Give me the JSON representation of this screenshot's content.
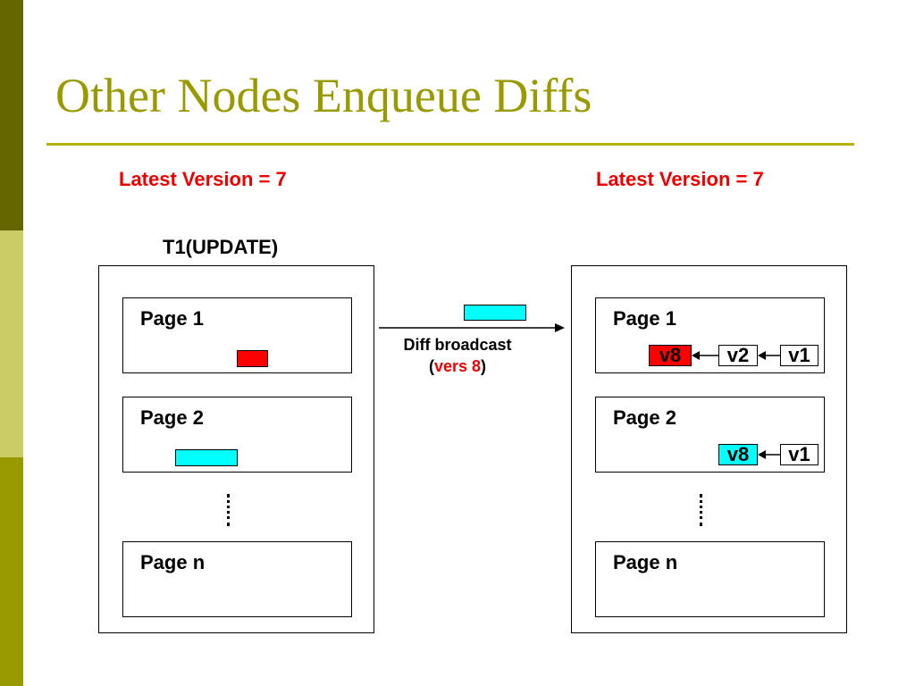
{
  "title": "Other Nodes Enqueue Diffs",
  "left_node": {
    "latest_version": "Latest Version = 7",
    "transaction": "T1(UPDATE)",
    "pages": [
      {
        "label": "Page 1"
      },
      {
        "label": "Page 2"
      },
      {
        "label": "Page n"
      }
    ],
    "ellipsis": "....."
  },
  "right_node": {
    "latest_version": "Latest Version = 7",
    "pages": [
      {
        "label": "Page 1",
        "versions": [
          "v8",
          "v2",
          "v1"
        ]
      },
      {
        "label": "Page 2",
        "versions": [
          "v8",
          "v1"
        ]
      },
      {
        "label": "Page n"
      }
    ],
    "ellipsis": "....."
  },
  "broadcast": {
    "label": "Diff broadcast",
    "open_paren": "(",
    "version_text": "vers 8",
    "close_paren": ")"
  },
  "colors": {
    "title": "#999900",
    "stripe_dark": "#666600",
    "stripe_light": "#cccc66",
    "stripe_mid": "#999900",
    "accent_red": "#ff0000",
    "diff_cyan": "#00ffff"
  }
}
